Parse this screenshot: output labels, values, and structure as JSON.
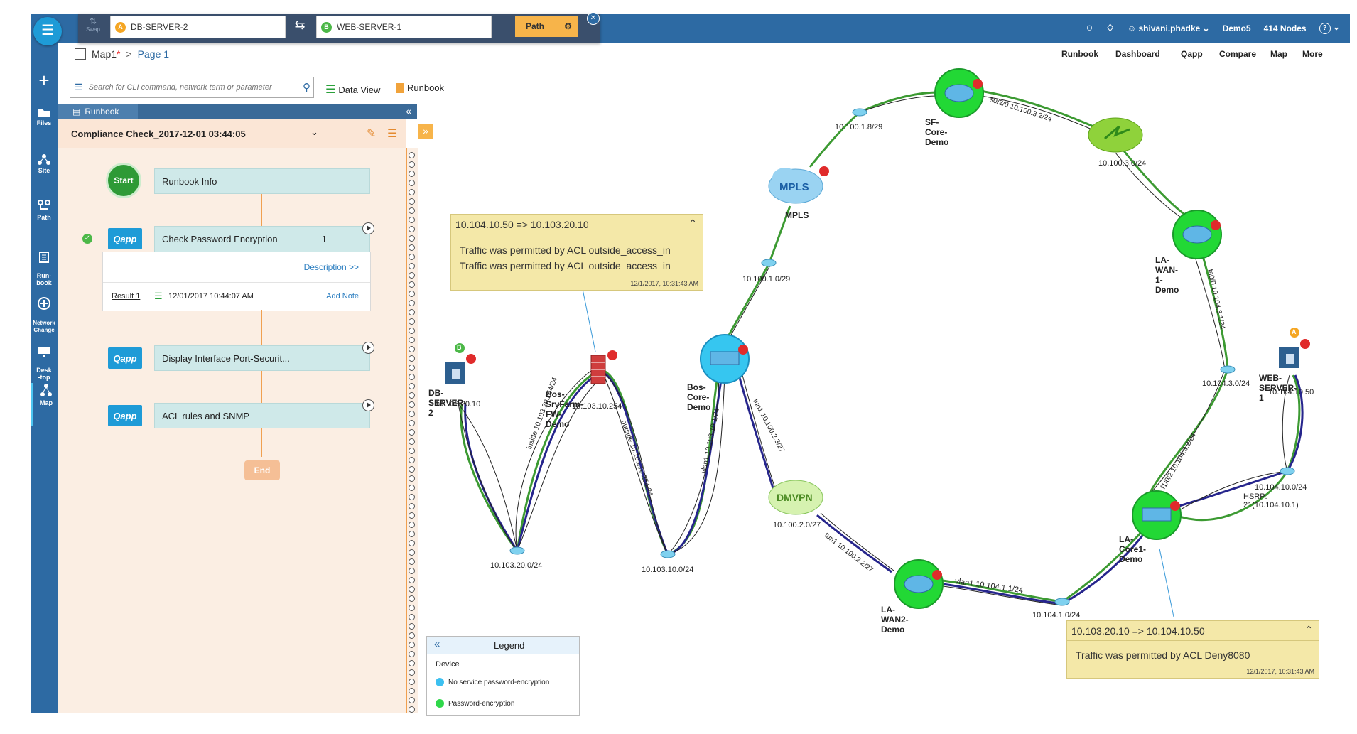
{
  "topbar": {
    "swap_label": "Swap",
    "source": {
      "badge": "A",
      "name": "DB-SERVER-2"
    },
    "destination": {
      "badge": "B",
      "name": "WEB-SERVER-1"
    },
    "path_button": "Path",
    "user": "shivani.phadke",
    "domain": "Demo5",
    "nodes": "414 Nodes",
    "help": "?"
  },
  "breadcrumb": {
    "map": "Map1",
    "modified_mark": "*",
    "page": "Page 1"
  },
  "top_links": [
    "Runbook",
    "Dashboard",
    "Qapp",
    "Compare",
    "Map",
    "More"
  ],
  "search": {
    "placeholder": "Search for CLI command, network term or parameter"
  },
  "toolbar": {
    "data_view": "Data View",
    "runbook": "Runbook"
  },
  "sidebar": {
    "items": [
      {
        "label": "Files",
        "icon": "folder-icon"
      },
      {
        "label": "Site",
        "icon": "site-icon"
      },
      {
        "label": "Path",
        "icon": "path-icon"
      },
      {
        "label": "Run-\nbook",
        "icon": "runbook-icon"
      },
      {
        "label": "Network\nChange",
        "icon": "network-change-icon"
      },
      {
        "label": "Desk\n-top",
        "icon": "desktop-icon"
      },
      {
        "label": "Map",
        "icon": "map-icon"
      }
    ]
  },
  "runbook": {
    "tab_label": "Runbook",
    "title": "Compliance Check_2017-12-01 03:44:05",
    "start_label": "Start",
    "end_label": "End",
    "qapp_label": "Qapp",
    "steps": [
      {
        "label": "Runbook Info"
      },
      {
        "label": "Check Password Encryption",
        "count": "1"
      },
      {
        "label": "Display Interface Port-Securit..."
      },
      {
        "label": "ACL rules and SNMP"
      }
    ],
    "description_link": "Description >>",
    "result": {
      "label": "Result 1",
      "timestamp": "12/01/2017 10:44:07 AM",
      "add_note": "Add Note"
    }
  },
  "map": {
    "devices": {
      "db_server": {
        "name": "DB-SERVER-2",
        "ip": "10.103.20.10",
        "badge": "B"
      },
      "web_server": {
        "name": "WEB-SERVER-1",
        "ip": "10.104.10.50",
        "badge": "A"
      },
      "firewall": {
        "name": "Bos-SrvFarm-FW-Demo",
        "ip": "10.103.10.254"
      },
      "bos_core": {
        "name": "Bos-Core-Demo"
      },
      "sf_core": {
        "name": "SF-Core-Demo"
      },
      "la_wan1": {
        "name": "LA-WAN-1-Demo"
      },
      "la_wan2": {
        "name": "LA-WAN2-Demo"
      },
      "la_core1": {
        "name": "LA-Core1-Demo"
      },
      "mpls": {
        "name": "MPLS",
        "cloud_label": "MPLS"
      },
      "dmvpn": {
        "cloud_label": "DMVPN"
      }
    },
    "subnets": [
      "10.103.20.0/24",
      "10.103.10.0/24",
      "10.100.1.0/29",
      "10.100.1.8/29",
      "10.100.3.0/24",
      "10.104.3.0/24",
      "10.104.10.0/24",
      "HSRP: 21(10.104.10.1)",
      "10.104.1.0/24",
      "10.100.2.0/27"
    ],
    "link_labels": [
      "inside 10.103.20.254/24",
      "outside 10.103.10.254/24",
      "vlan1 10.103.10.1/24",
      "tun1 10.100.2.3/27",
      "s0/2/0 10.100.3.2/24",
      "fa0/0 10.104.3.1/24",
      "f1/0/2 10.104.3.2/24",
      "vlan1 10.104.1.1/24",
      "tun1 10.100.2.2/27"
    ]
  },
  "tooltips": [
    {
      "title": "10.104.10.50 => 10.103.20.10",
      "lines": [
        "Traffic was permitted by ACL outside_access_in",
        "Traffic was permitted by ACL outside_access_in"
      ],
      "time": "12/1/2017, 10:31:43 AM"
    },
    {
      "title": "10.103.20.10 => 10.104.10.50",
      "lines": [
        "Traffic was permitted by ACL Deny8080"
      ],
      "time": "12/1/2017, 10:31:43 AM"
    }
  ],
  "legend": {
    "title": "Legend",
    "section": "Device",
    "items": [
      {
        "label": "No service password-encryption",
        "color": "#3cc0f0"
      },
      {
        "label": "Password-encryption",
        "color": "#2fd84a"
      }
    ]
  },
  "colors": {
    "accent": "#2d6aa3",
    "path_green": "#3c9a32",
    "path_blue": "#26258c",
    "path_button": "#f7b44a"
  }
}
